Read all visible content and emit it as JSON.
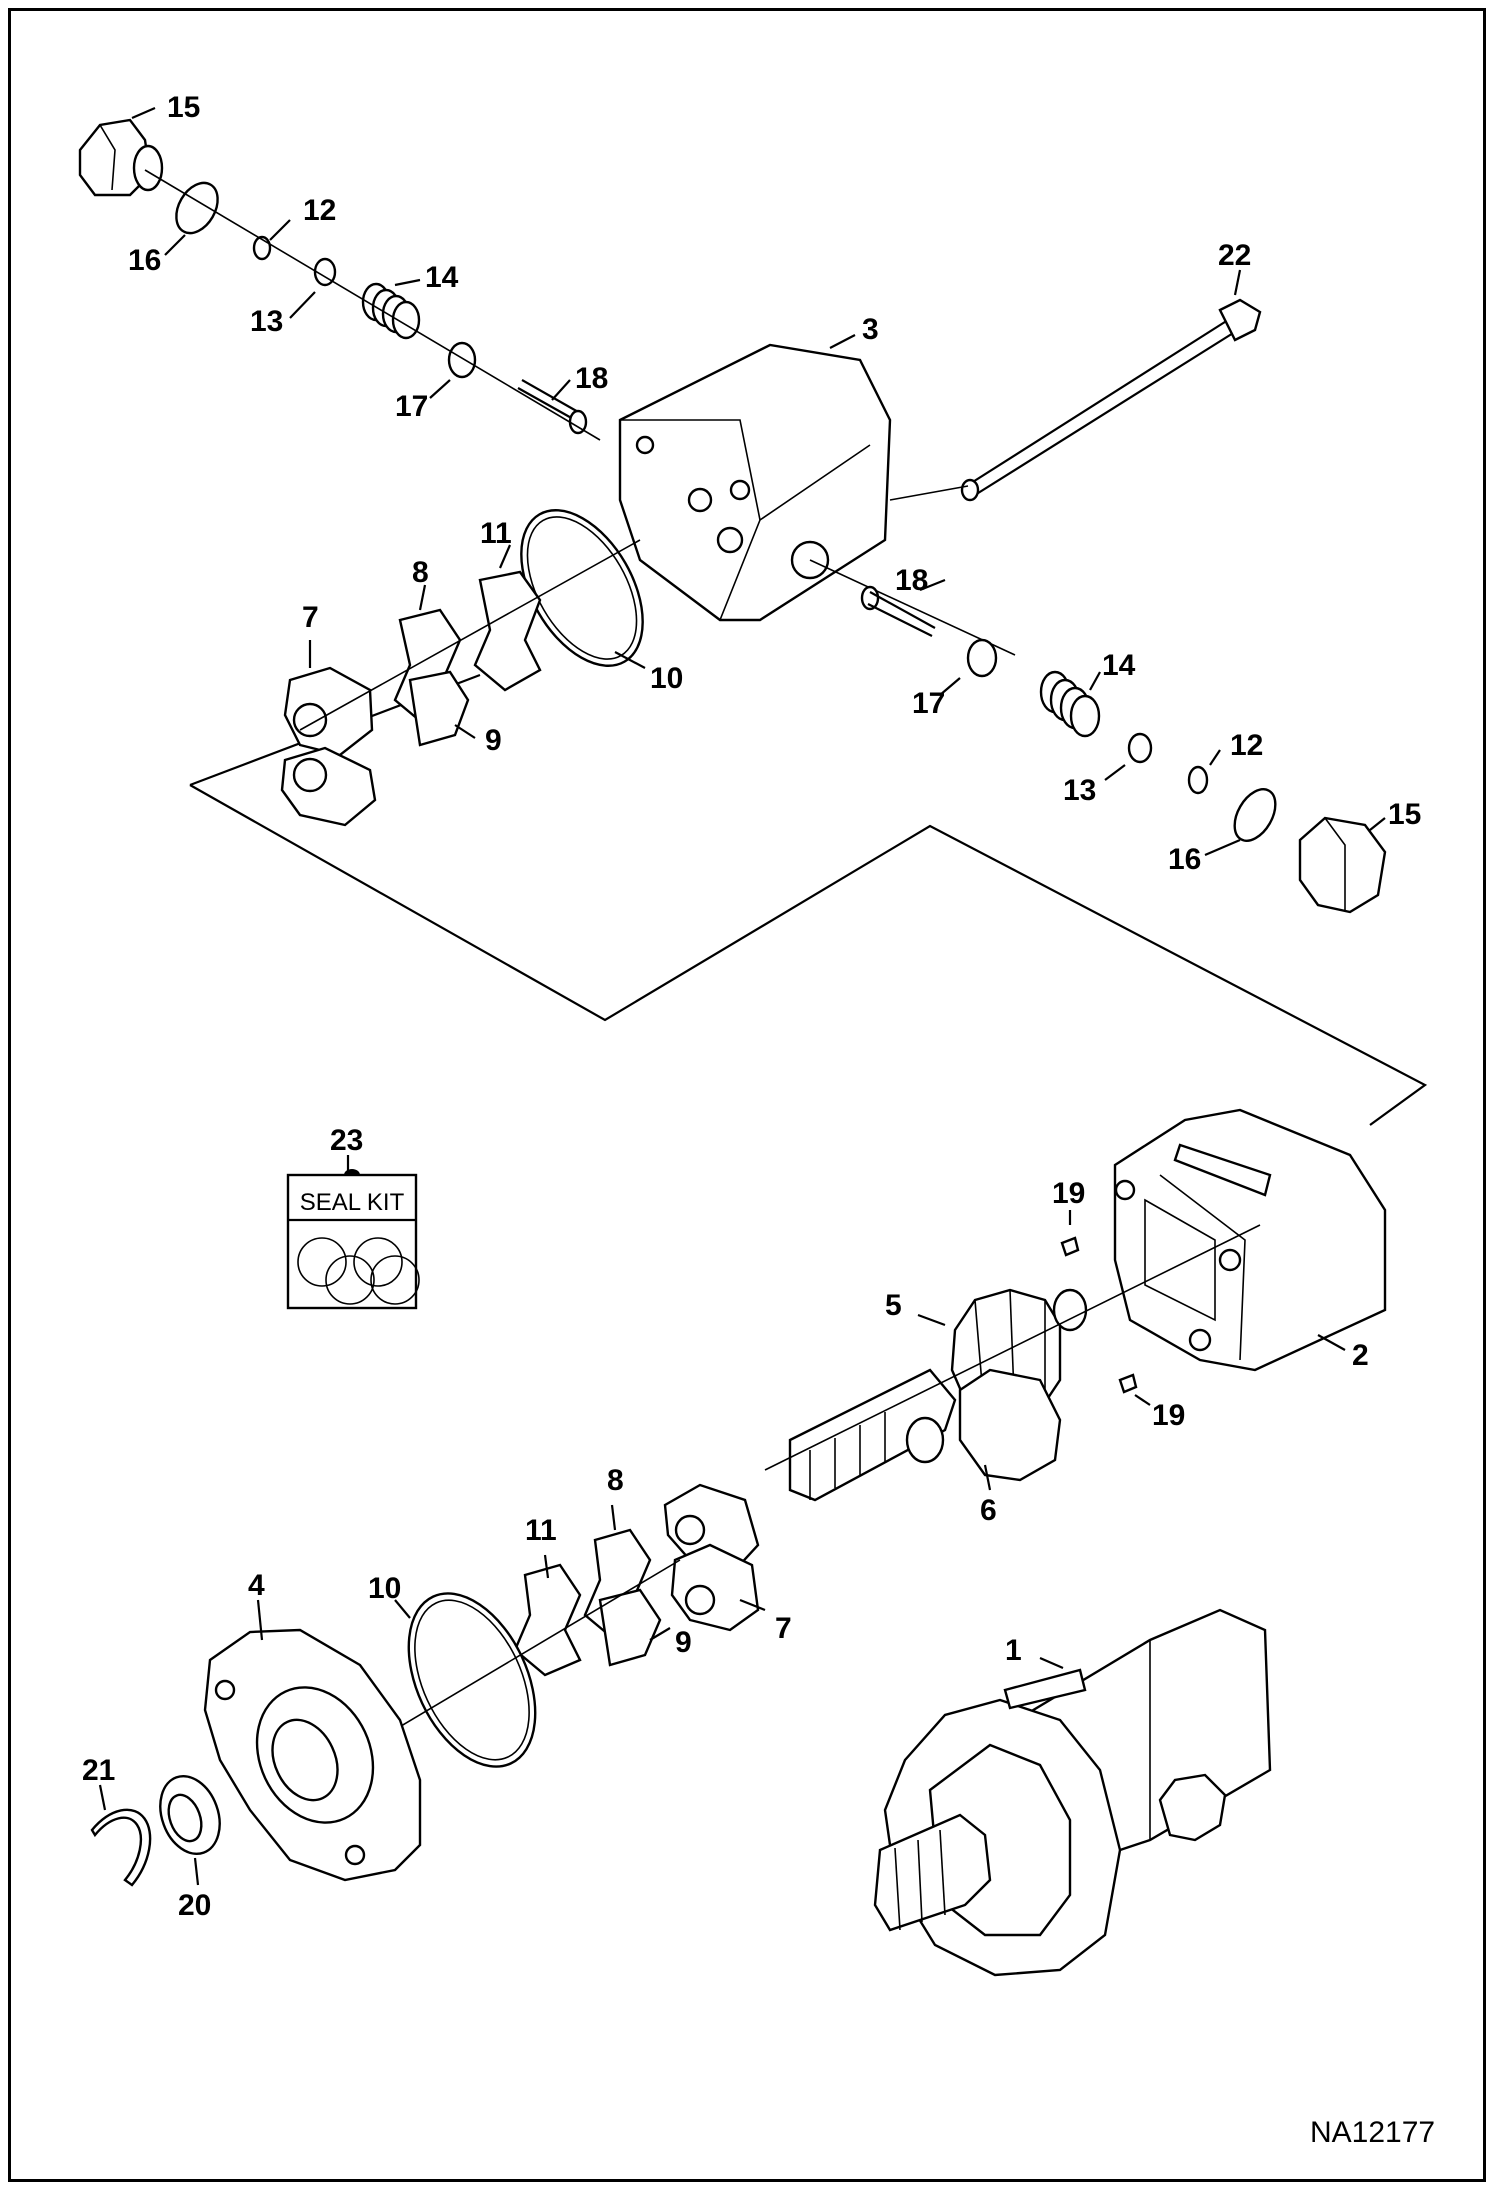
{
  "figure_id": "NA12177",
  "seal_kit": {
    "number": "23",
    "title": "SEAL KIT"
  },
  "callouts": [
    {
      "id": "c15a",
      "text": "15"
    },
    {
      "id": "c16a",
      "text": "16"
    },
    {
      "id": "c12a",
      "text": "12"
    },
    {
      "id": "c13a",
      "text": "13"
    },
    {
      "id": "c14a",
      "text": "14"
    },
    {
      "id": "c17a",
      "text": "17"
    },
    {
      "id": "c18a",
      "text": "18"
    },
    {
      "id": "c22",
      "text": "22"
    },
    {
      "id": "c3",
      "text": "3"
    },
    {
      "id": "c11a",
      "text": "11"
    },
    {
      "id": "c8a",
      "text": "8"
    },
    {
      "id": "c7a",
      "text": "7"
    },
    {
      "id": "c9a",
      "text": "9"
    },
    {
      "id": "c10a",
      "text": "10"
    },
    {
      "id": "c18b",
      "text": "18"
    },
    {
      "id": "c14b",
      "text": "14"
    },
    {
      "id": "c17b",
      "text": "17"
    },
    {
      "id": "c12b",
      "text": "12"
    },
    {
      "id": "c13b",
      "text": "13"
    },
    {
      "id": "c15b",
      "text": "15"
    },
    {
      "id": "c16b",
      "text": "16"
    },
    {
      "id": "c19a",
      "text": "19"
    },
    {
      "id": "c5",
      "text": "5"
    },
    {
      "id": "c2",
      "text": "2"
    },
    {
      "id": "c19b",
      "text": "19"
    },
    {
      "id": "c6",
      "text": "6"
    },
    {
      "id": "c8b",
      "text": "8"
    },
    {
      "id": "c11b",
      "text": "11"
    },
    {
      "id": "c4",
      "text": "4"
    },
    {
      "id": "c10b",
      "text": "10"
    },
    {
      "id": "c9b",
      "text": "9"
    },
    {
      "id": "c7b",
      "text": "7"
    },
    {
      "id": "c1",
      "text": "1"
    },
    {
      "id": "c21",
      "text": "21"
    },
    {
      "id": "c20",
      "text": "20"
    }
  ]
}
